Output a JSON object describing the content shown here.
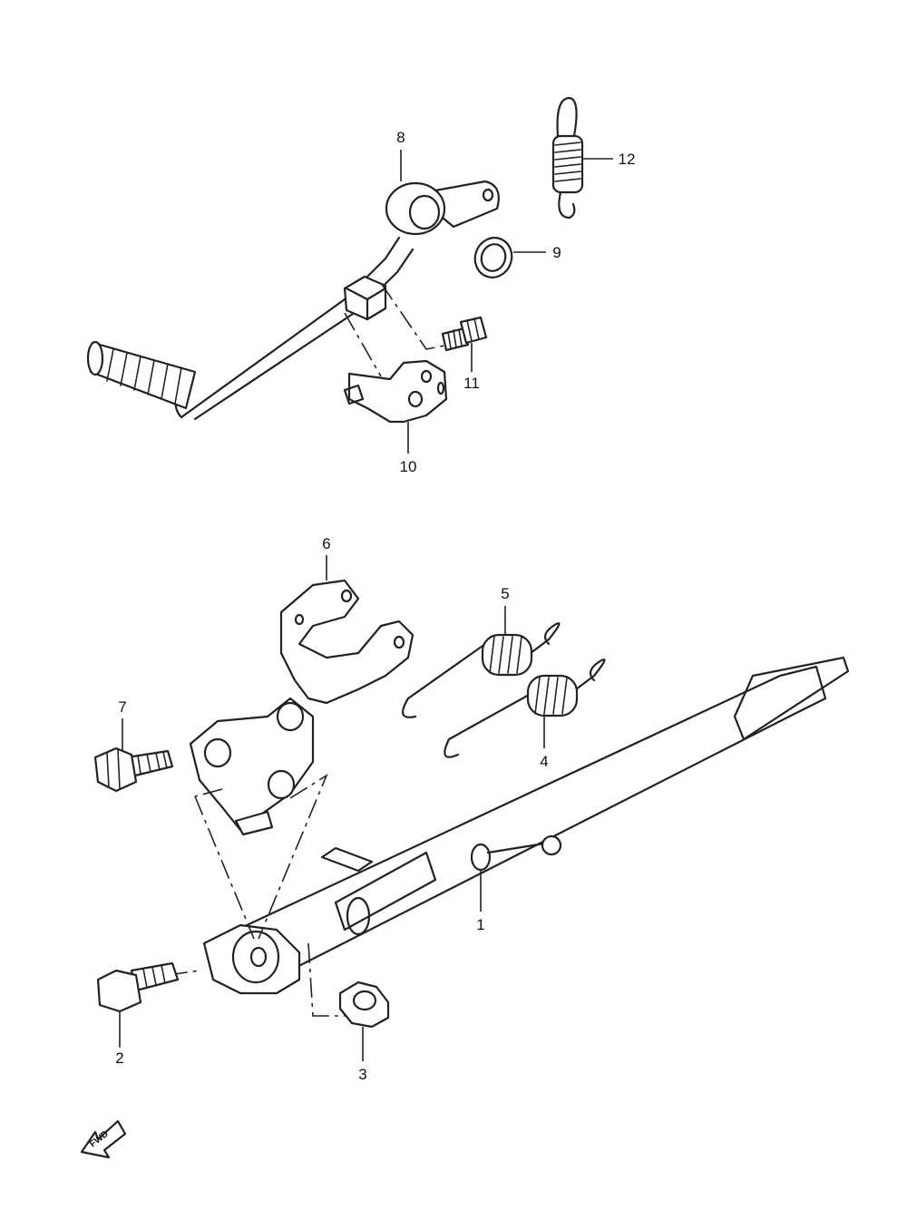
{
  "callouts": {
    "c1": "1",
    "c2": "2",
    "c3": "3",
    "c4": "4",
    "c5": "5",
    "c6": "6",
    "c7": "7",
    "c8": "8",
    "c9": "9",
    "c10": "10",
    "c11": "11",
    "c12": "12"
  },
  "fwd_label": "FWD",
  "colors": {
    "line": "#222222",
    "background": "#ffffff"
  }
}
